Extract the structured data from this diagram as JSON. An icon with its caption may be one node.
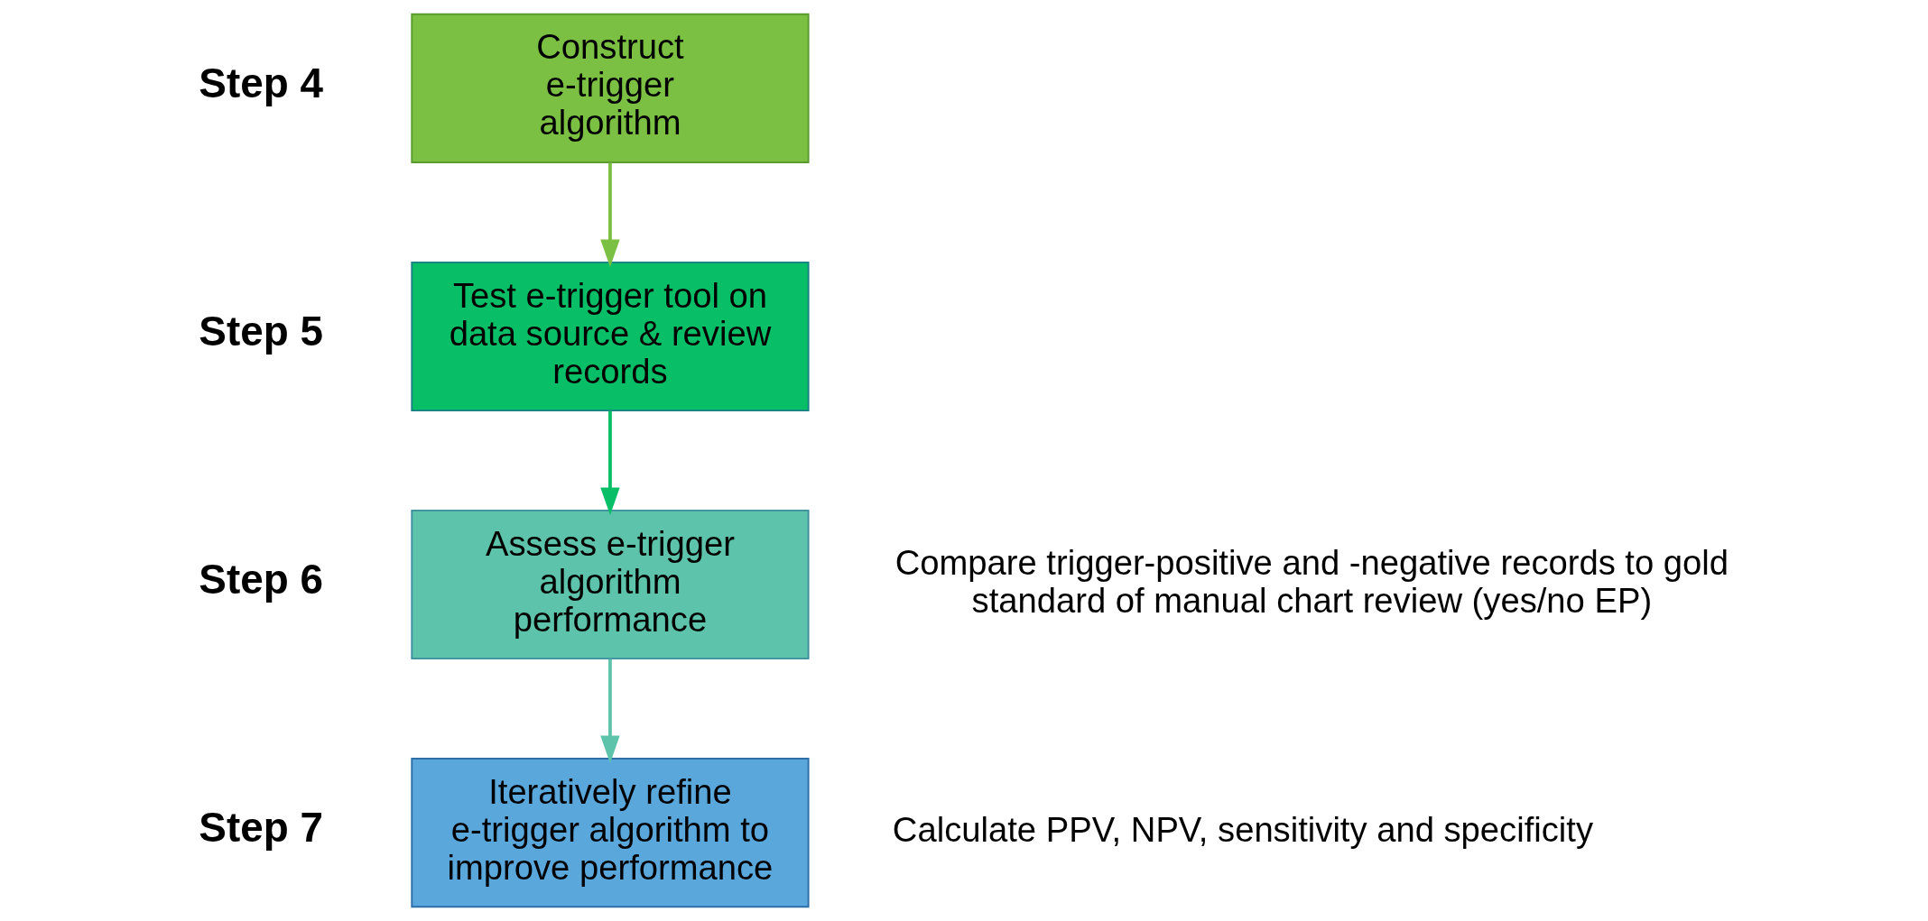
{
  "diagram": {
    "nodes": [
      {
        "text": [
          "Construct e-trigger algorithm"
        ],
        "beside": [
          "Step 4"
        ]
      },
      {
        "text": [
          "Test e-trigger tool on data source & review records"
        ],
        "beside": [
          "Step 5"
        ]
      },
      {
        "text": [
          "Assess e-trigger algorithm performance"
        ],
        "beside": [
          "Step 6",
          "Compare trigger-positive and -negative records to gold standard of manual chart review (yes/no EP)"
        ]
      },
      {
        "text": [
          "Iteratively refine e-trigger algorithm to improve performance"
        ],
        "beside": [
          "Step 7",
          "Calculate PPV, NPV, sensitivity and specificity"
        ]
      }
    ],
    "edges": [
      {
        "from": 0,
        "to": 1,
        "arrow": "to",
        "color": "#7bc043"
      },
      {
        "from": 1,
        "to": 2,
        "arrow": "to",
        "color": "#08bf68"
      },
      {
        "from": 2,
        "to": 3,
        "arrow": "to",
        "color": "#5dc3aa"
      }
    ]
  }
}
